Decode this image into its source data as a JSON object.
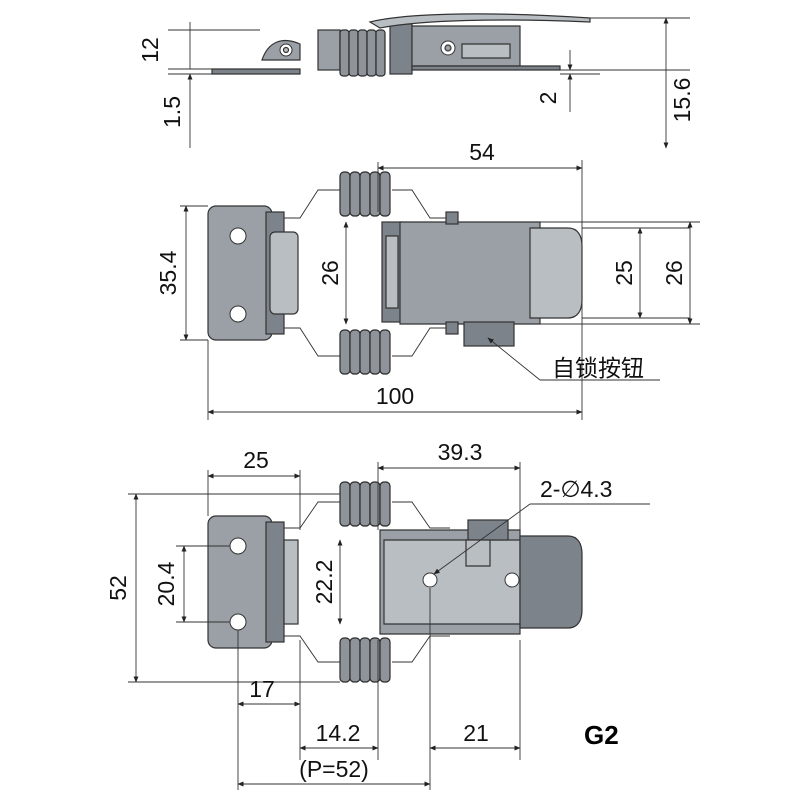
{
  "model_label": "G2",
  "top_view": {
    "dims": {
      "height_total": "12",
      "base_thickness": "1.5",
      "right_small": "2",
      "right_total": "15.6"
    }
  },
  "middle_view": {
    "dims": {
      "upper_length": "54",
      "overall_length": "100",
      "left_height": "35.4",
      "inner_height": "26",
      "right_inner": "25",
      "right_outer": "26"
    },
    "callout": "自锁按钮"
  },
  "bottom_view": {
    "dims": {
      "left_width": "25",
      "right_length": "39.3",
      "total_height": "52",
      "hole_spacing": "20.4",
      "inner_height": "22.2",
      "hole_offset": "17",
      "segment_a": "14.2",
      "segment_b": "21",
      "pitch": "(P=52)"
    },
    "hole_callout": "2-∅4.3"
  }
}
